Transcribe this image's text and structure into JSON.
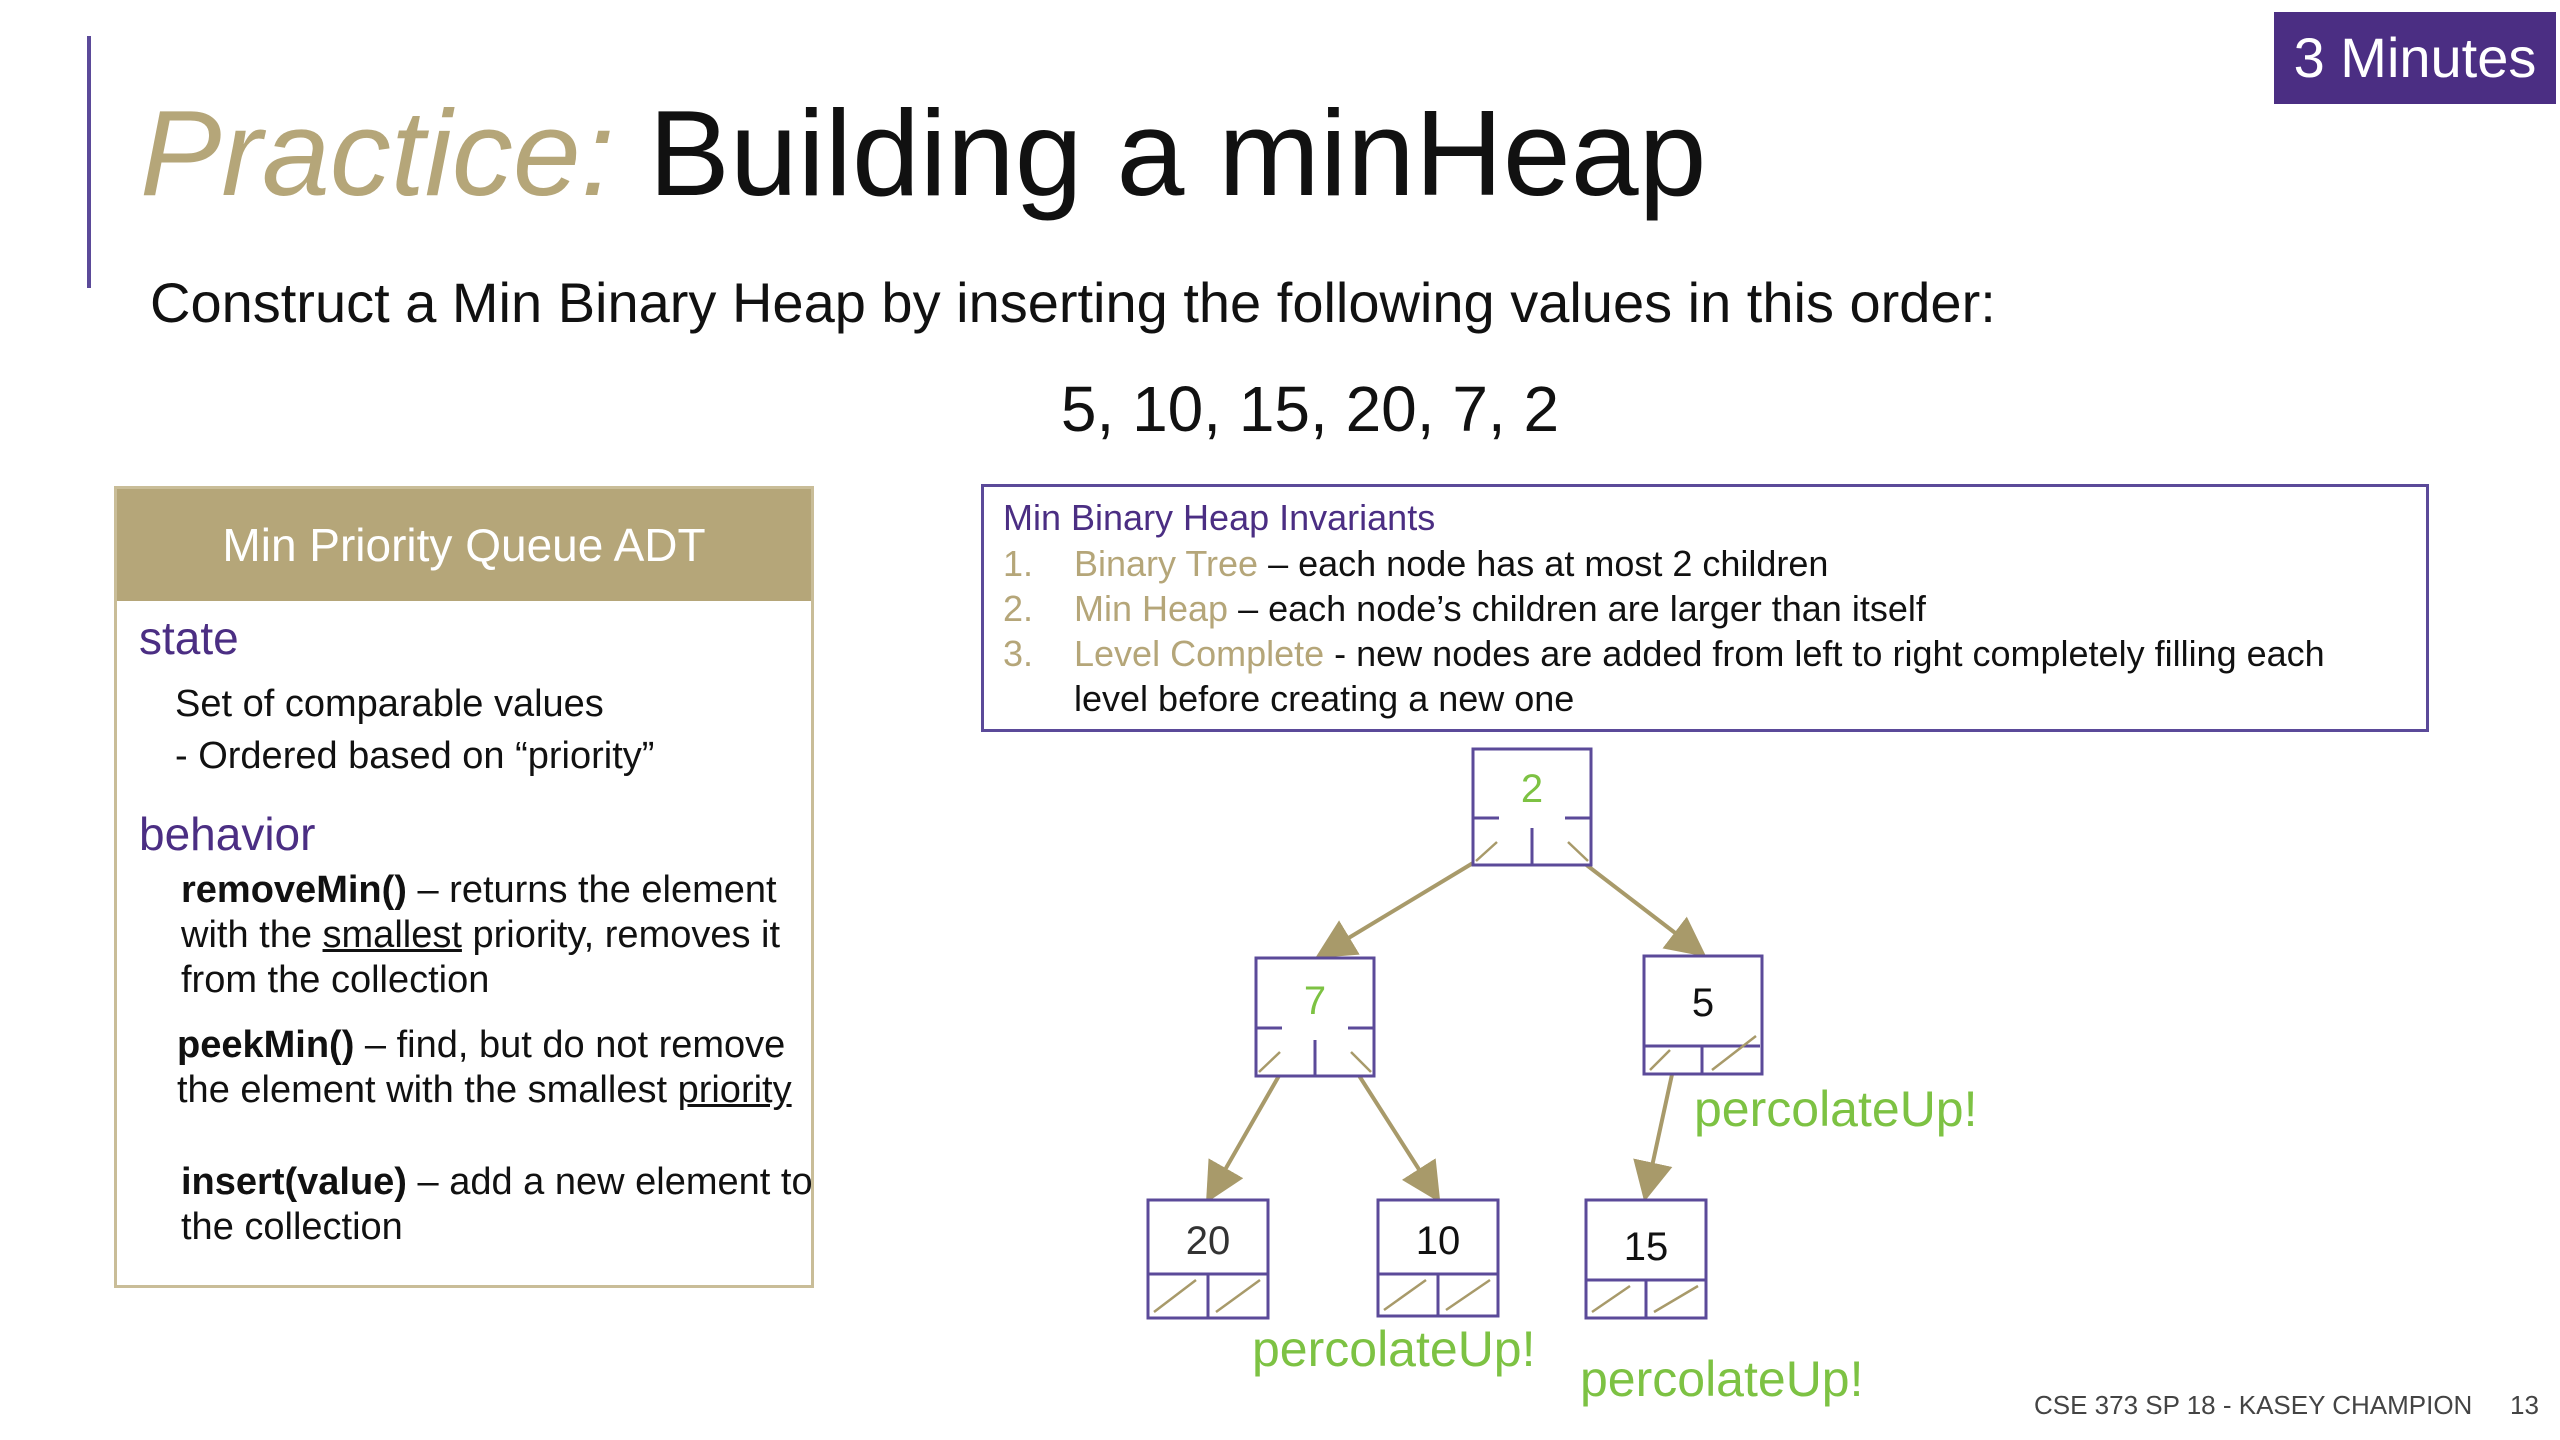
{
  "timer": "3 Minutes",
  "title": {
    "lead": "Practice:",
    "main": "Building a minHeap"
  },
  "instruction": "Construct a Min Binary Heap by inserting the following values in this order:",
  "sequence": "5, 10, 15, 20, 7, 2",
  "adt": {
    "header": "Min Priority Queue ADT",
    "state_label": "state",
    "state_lines": [
      "Set of comparable values",
      "- Ordered based on “priority”"
    ],
    "behavior_label": "behavior",
    "remove_name": "removeMin()",
    "remove_l1": " – returns the element",
    "remove_l2a": "with the ",
    "remove_l2u": "smallest",
    "remove_l2b": " priority, removes it",
    "remove_l3": "from the collection",
    "peek_name": "peekMin()",
    "peek_l1": " – find, but do not remove",
    "peek_l2a": "the element with the smallest ",
    "peek_l2u": "priority",
    "insert_name": "insert(value)",
    "insert_l1": " – add a new element to",
    "insert_l2": "the collection"
  },
  "invariants": {
    "title": "Min Binary Heap Invariants",
    "items": [
      {
        "num": "1.",
        "term": "Binary Tree",
        "text": " – each node has at most 2 children"
      },
      {
        "num": "2.",
        "term": "Min Heap",
        "text": " – each node’s children are larger than itself"
      },
      {
        "num": "3.",
        "term": "Level Complete",
        "text": " - new nodes are added from left to right completely filling each",
        "cont": "level before creating a new one"
      }
    ]
  },
  "tree": {
    "nodes": [
      {
        "value": "2",
        "color": "#7dc243"
      },
      {
        "value": "7",
        "color": "#7dc243"
      },
      {
        "value": "5",
        "color": "#111111"
      },
      {
        "value": "20",
        "color": "#333333"
      },
      {
        "value": "10",
        "color": "#111111"
      },
      {
        "value": "15",
        "color": "#111111"
      }
    ],
    "labels": [
      "percolateUp!",
      "percolateUp!",
      "percolateUp!"
    ]
  },
  "colors": {
    "purple": "#4b2e83",
    "gold": "#b5a679",
    "green": "#7dc243",
    "edge": "#a89a6a"
  },
  "footer": "CSE 373 SP 18 - KASEY CHAMPION",
  "page_number": "13"
}
